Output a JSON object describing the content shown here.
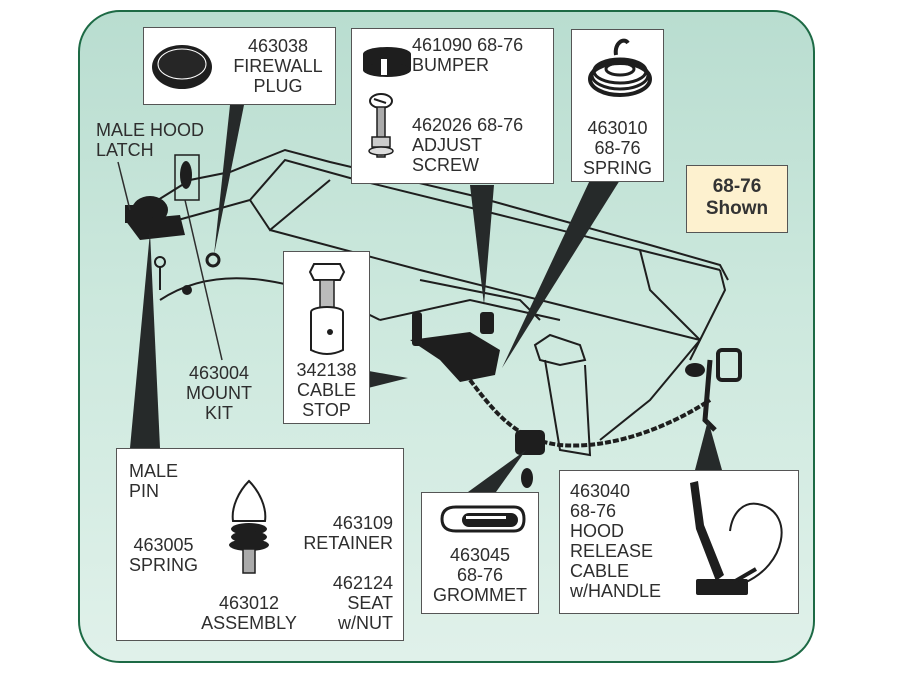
{
  "diagram": {
    "title_badge": {
      "line1": "68-76",
      "line2": "Shown",
      "bg_color": "#fdf1cf"
    },
    "colors": {
      "border": "#1d6a45",
      "panel_top": "#b9ddd0",
      "panel_bottom": "#e0f1ea",
      "ink": "#2e2e2e"
    },
    "callouts": {
      "firewall_plug": {
        "part": "463038",
        "line2": "FIREWALL",
        "line3": "PLUG",
        "icon": "plug-icon"
      },
      "bumper": {
        "part": "461090  68-76",
        "line2": "BUMPER",
        "icon": "bumper-icon"
      },
      "adjust_screw": {
        "part": "462026  68-76",
        "line2": "ADJUST",
        "line3": "SCREW",
        "icon": "screw-icon"
      },
      "spring": {
        "part": "463010",
        "line2": "68-76",
        "line3": "SPRING",
        "icon": "spring-icon"
      },
      "cable_stop": {
        "part": "342138",
        "line2": "CABLE",
        "line3": "STOP",
        "icon": "cable-stop-icon"
      },
      "grommet": {
        "part": "463045",
        "line2": "68-76",
        "line3": "GROMMET",
        "icon": "grommet-icon"
      },
      "release_cable": {
        "part": "463040",
        "line2": "68-76",
        "line3": "HOOD",
        "line4": "RELEASE",
        "line5": "CABLE",
        "line6": "w/HANDLE",
        "icon": "handle-icon"
      }
    },
    "free_labels": {
      "male_hood_latch": {
        "line1": "MALE HOOD",
        "line2": "LATCH"
      },
      "mount_kit": {
        "line1": "463004",
        "line2": "MOUNT",
        "line3": "KIT"
      }
    },
    "pin_assembly": {
      "male_pin": {
        "line1": "MALE",
        "line2": "PIN"
      },
      "retainer": {
        "line1": "463109",
        "line2": "RETAINER"
      },
      "spring": {
        "line1": "463005",
        "line2": "SPRING"
      },
      "seat": {
        "line1": "462124",
        "line2": "SEAT",
        "line3": "w/NUT"
      },
      "assembly": {
        "line1": "463012",
        "line2": "ASSEMBLY"
      }
    }
  }
}
